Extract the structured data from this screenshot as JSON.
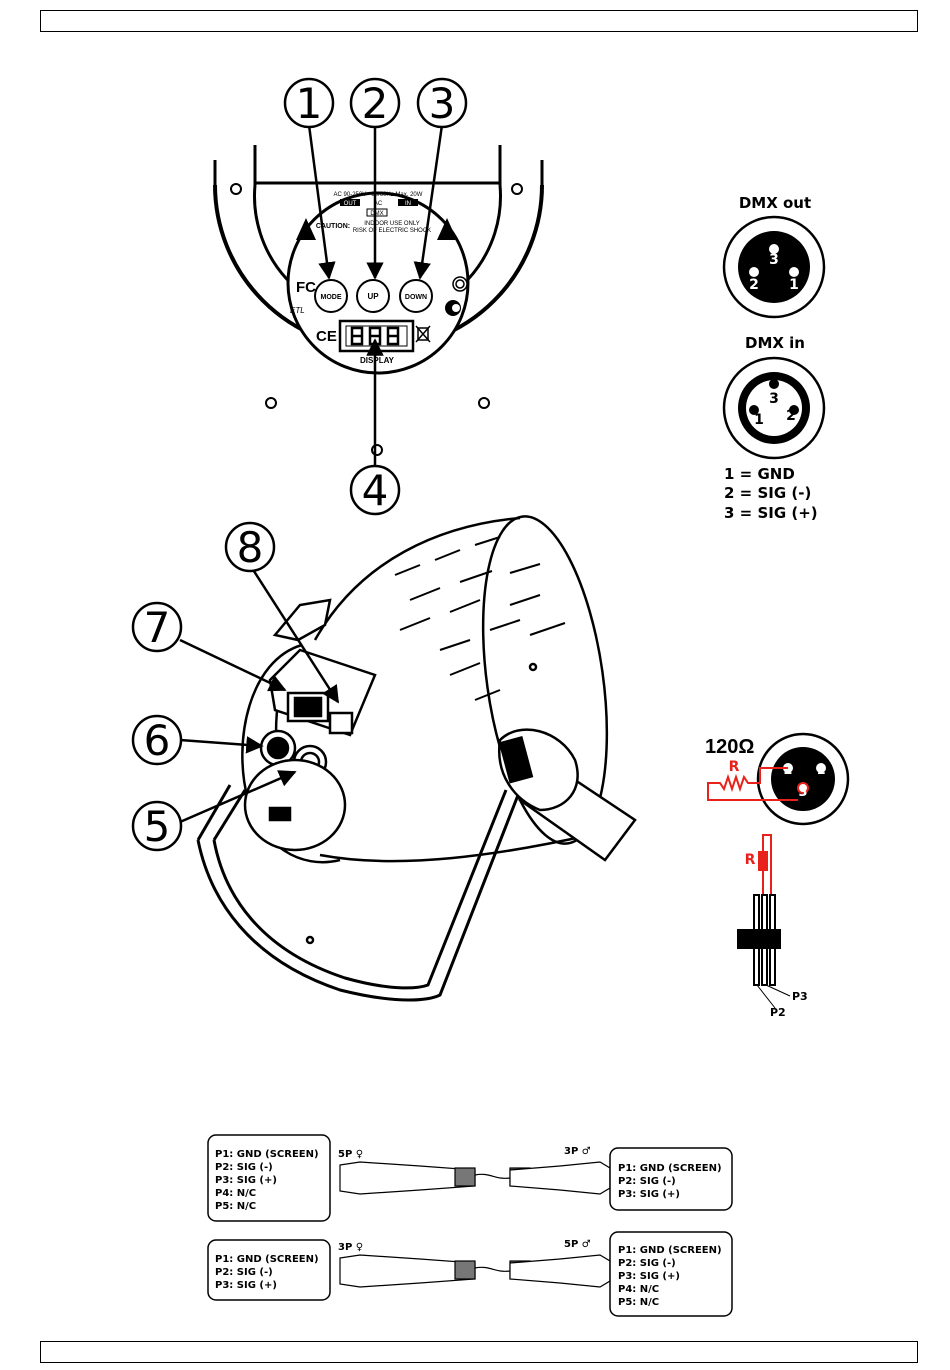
{
  "callouts": [
    "1",
    "2",
    "3",
    "4",
    "5",
    "6",
    "7",
    "8"
  ],
  "panel": {
    "power_text": "AC 90-250V~ 50/60Hz Max. 20W",
    "out_label": "OUT",
    "ac_label": "AC",
    "in_label": "IN",
    "dmx_label": "DMX",
    "caution_label": "CAUTION:",
    "caution_line1": "INDOOR USE ONLY",
    "caution_line2": "RISK OF ELECTRIC SHOCK",
    "mode_button": "MODE",
    "up_button": "UP",
    "down_button": "DOWN",
    "display_label": "DISPLAY",
    "fcc_mark": "FC",
    "etl_mark": "ETL",
    "ce_mark": "CE"
  },
  "dmx_out": {
    "title": "DMX out",
    "pins": [
      "3",
      "2",
      "1"
    ]
  },
  "dmx_in": {
    "title": "DMX in",
    "pins": [
      "3",
      "1",
      "2"
    ]
  },
  "pin_legend": [
    "1 = GND",
    "2 = SIG (-)",
    "3 = SIG (+)"
  ],
  "terminator": {
    "resistance": "120Ω",
    "resistor_label": "R",
    "pins": [
      "2",
      "1",
      "3"
    ],
    "header_resistor_label": "R",
    "p2_label": "P2",
    "p3_label": "P3"
  },
  "adapters": [
    {
      "left_pins": [
        "P1: GND (SCREEN)",
        "P2: SIG (-)",
        "P3: SIG (+)",
        "P4: N/C",
        "P5: N/C"
      ],
      "left_label": "5P ♀",
      "right_label": "3P ♂",
      "right_pins": [
        "P1: GND (SCREEN)",
        "P2: SIG (-)",
        "P3: SIG (+)"
      ]
    },
    {
      "left_pins": [
        "P1: GND (SCREEN)",
        "P2: SIG (-)",
        "P3: SIG (+)"
      ],
      "left_label": "3P ♀",
      "right_label": "5P ♂",
      "right_pins": [
        "P1: GND (SCREEN)",
        "P2: SIG (-)",
        "P3: SIG (+)",
        "P4: N/C",
        "P5: N/C"
      ]
    }
  ],
  "colors": {
    "wire": "#e8221b",
    "line": "#000000"
  }
}
